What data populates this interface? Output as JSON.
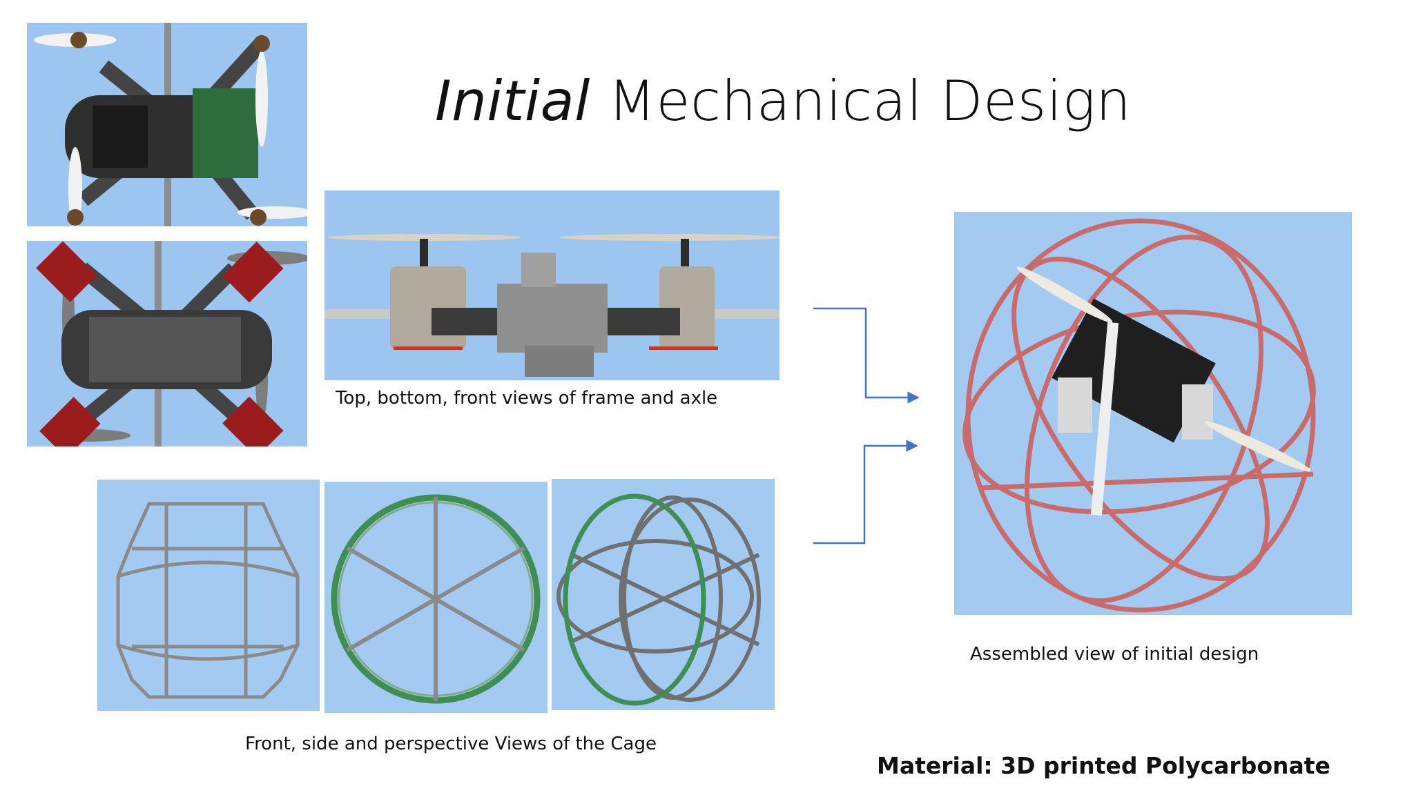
{
  "slide": {
    "title_italic": "Initial",
    "title_rest": " Mechanical Design",
    "caption_frame": "Top, bottom, front views of frame and axle",
    "caption_cage": "Front, side and perspective Views of the Cage",
    "caption_assembled": "Assembled view of initial design",
    "material": "Material: 3D printed Polycarbonate"
  },
  "colors": {
    "sky": "#9cc6f0",
    "arrow": "#4472c4",
    "cage_red": "#c96b6b",
    "cage_green": "#3f8f55",
    "motor_mount": "#9b1c1c"
  },
  "images": [
    {
      "name": "top-view",
      "icon": "drone-top-view"
    },
    {
      "name": "bottom-view",
      "icon": "drone-bottom-view"
    },
    {
      "name": "front-view",
      "icon": "drone-front-view"
    },
    {
      "name": "cage-front",
      "icon": "cage-front-view"
    },
    {
      "name": "cage-side",
      "icon": "cage-side-view"
    },
    {
      "name": "cage-perspective",
      "icon": "cage-perspective-view"
    },
    {
      "name": "assembled",
      "icon": "assembled-drone-in-cage"
    }
  ]
}
